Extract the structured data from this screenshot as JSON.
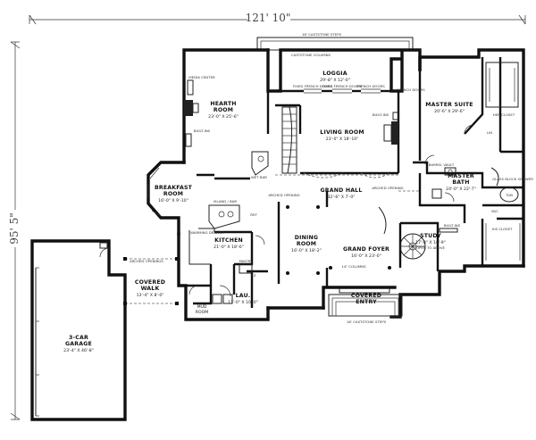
{
  "dimensions": {
    "width": "121' 10\"",
    "depth": "95' 5\""
  },
  "steps": {
    "rear": "18' CASTSTONE STEPS",
    "front": "16' CASTSTONE STEPS"
  },
  "rooms": {
    "loggia": {
      "name": "LOGGIA",
      "dim": "29'-8\" X 12'-0\""
    },
    "hearth": {
      "name1": "HEARTH",
      "name2": "ROOM",
      "dim": "23'-0\" X 25'-6\""
    },
    "living": {
      "name": "LIVING ROOM",
      "dim": "23'-0\" X 18'-10\""
    },
    "master_suite": {
      "name": "MASTER SUITE",
      "dim": "20'-6\" X 29'-6\""
    },
    "breakfast": {
      "name1": "BREAKFAST",
      "name2": "ROOM",
      "dim": "16'-0\" X 9'-10\""
    },
    "grand_hall": {
      "name": "GRAND HALL",
      "dim": "32'-6\" X 7'-0\""
    },
    "master_bath": {
      "name1": "MASTER",
      "name2": "BATH",
      "dim": "24'-0\" X 22'-7\""
    },
    "kitchen": {
      "name": "KITCHEN",
      "dim": "21'-0\" X 18'-6\""
    },
    "dining": {
      "name1": "DINING",
      "name2": "ROOM",
      "dim": "16'-0\" X 18'-2\""
    },
    "foyer": {
      "name": "GRAND FOYER",
      "dim": "16'-0\" X 23'-0\""
    },
    "study": {
      "name": "STUDY",
      "dim": "17'-8\" X 18'-9\"",
      "note": "OPEN TO ABOVE"
    },
    "covered_walk": {
      "name1": "COVERED",
      "name2": "WALK",
      "dim": "13'-4\" X 8'-0\""
    },
    "laundry": {
      "name": "LAU.",
      "dim": "11'-0\" X 10'-0\""
    },
    "mud": {
      "name1": "MUD",
      "name2": "ROOM"
    },
    "entry": {
      "name1": "COVERED",
      "name2": "ENTRY"
    },
    "garage": {
      "name1": "3-CAR",
      "name2": "GARAGE",
      "dim": "23'-4\" X 46'-8\""
    }
  },
  "labels": {
    "fireplace_ornament": "CASTSTONE COLUMNS",
    "fixed_french_1": "FIXED FRENCH DOORS",
    "fixed_french_2": "FIXED FRENCH DOORS",
    "french_doors": "FRENCH DOORS",
    "french_doors_2": "FRENCH DOORS",
    "media_center": "MEDIA CENTER",
    "built_ins_1": "BUILT-INS",
    "built_ins_2": "BUILT-INS",
    "built_ins_3": "BUILT-INS",
    "her_closet": "HER CLOSET",
    "his_closet": "HIS CLOSET",
    "wet_bar": "WET BAR",
    "island_bar": "ISLAND / BAR",
    "arched_opening_1": "ARCHED OPENING",
    "arched_opening_2": "ARCHED OPENING",
    "arched_openings": "ARCHED OPENINGS",
    "warming_drawer": "WARMING DRAWER",
    "pantry": "PANTRY",
    "ref": "REF",
    "fz": "FZ",
    "columns": "14\" COLUMNS",
    "barrel_vault": "BARREL VAULT",
    "glass_shower": "GLASS BLOCK SHOWER",
    "lin": "LIN",
    "wic": "W/C",
    "tub": "TUB"
  }
}
